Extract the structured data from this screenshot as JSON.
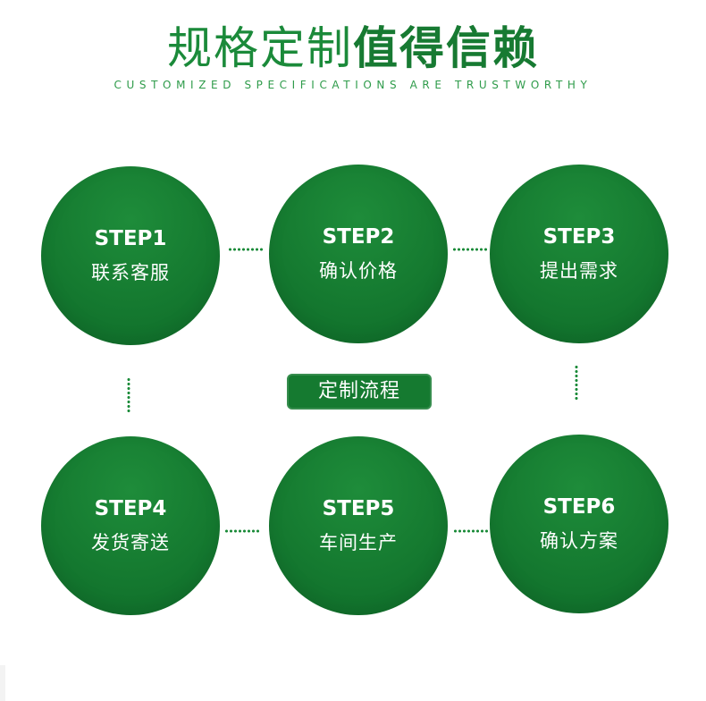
{
  "header": {
    "title_light": "规格定制",
    "title_bold": "值得信赖",
    "subtitle": "CUSTOMIZED SPECIFICATIONS ARE TRUSTWORTHY"
  },
  "center_label": "定制流程",
  "steps": [
    {
      "step": "STEP1",
      "label": "联系客服"
    },
    {
      "step": "STEP2",
      "label": "确认价格"
    },
    {
      "step": "STEP3",
      "label": "提出需求"
    },
    {
      "step": "STEP4",
      "label": "发货寄送"
    },
    {
      "step": "STEP5",
      "label": "车间生产"
    },
    {
      "step": "STEP6",
      "label": "确认方案"
    }
  ],
  "colors": {
    "accent": "#157a30",
    "title": "#1b8a3a",
    "background": "#ffffff"
  }
}
